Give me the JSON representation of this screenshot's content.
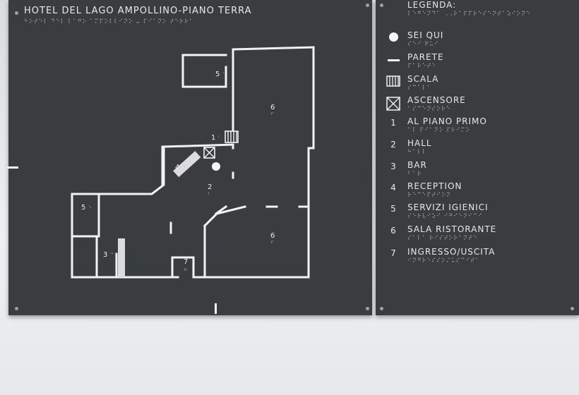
{
  "sign": {
    "title": "HOTEL DEL LAGO AMPOLLINO-PIANO TERRA",
    "title_braille": "⠓⠕⠞⠑⠇ ⠙⠑⠇ ⠇⠁⠛⠕ ⠁⠍⠏⠕⠇⠇⠊⠝⠕ ⠤ ⠏⠊⠁⠝⠕ ⠞⠑⠗⠗⠁",
    "colors": {
      "panel": "#3a3d40",
      "line": "#f2f2f2",
      "accent_strip": "#b32330"
    }
  },
  "map": {
    "room_labels": [
      "5",
      "6",
      "1",
      "4",
      "2",
      "5",
      "6",
      "3",
      "7"
    ],
    "room_braille": [
      "⠑",
      "⠋",
      "⠁",
      "⠙",
      "⠃",
      "⠑",
      "⠋",
      "⠉",
      "⠛"
    ],
    "icons": [
      "elevator-icon",
      "stairs-icon",
      "you-are-here-icon"
    ]
  },
  "legend": {
    "title": "LEGENDA:",
    "title_braille": "⠇⠑⠛⠑⠝⠙⠁ ⠠⠠⠗⠁⠏⠏⠗⠑⠎⠑⠝⠞⠁⠵⠊⠕⠝⠑",
    "symbols": [
      {
        "icon": "dot-icon",
        "label": "SEI QUI",
        "braille": "⠎⠑⠊ ⠟⠥⠊"
      },
      {
        "icon": "wall-line-icon",
        "label": "PARETE",
        "braille": "⠏⠁⠗⠑⠞⠑"
      },
      {
        "icon": "stairs-icon",
        "label": "SCALA",
        "braille": "⠎⠉⠁⠇⠁"
      },
      {
        "icon": "elevator-icon",
        "label": "ASCENSORE",
        "braille": "⠁⠎⠉⠑⠝⠎⠕⠗⠑"
      }
    ],
    "items": [
      {
        "num": "1",
        "label": "AL PIANO PRIMO",
        "braille": "⠁⠇ ⠏⠊⠁⠝⠕ ⠏⠗⠊⠍⠕"
      },
      {
        "num": "2",
        "label": "HALL",
        "braille": "⠓⠁⠇⠇"
      },
      {
        "num": "3",
        "label": "BAR",
        "braille": "⠃⠁⠗"
      },
      {
        "num": "4",
        "label": "RECEPTION",
        "braille": "⠗⠑⠉⠑⠏⠞⠊⠕⠝"
      },
      {
        "num": "5",
        "label": "SERVIZI IGIENICI",
        "braille": "⠎⠑⠗⠧⠊⠵⠊ ⠊⠛⠊⠑⠝⠊⠉⠊"
      },
      {
        "num": "6",
        "label": "SALA RISTORANTE",
        "braille": "⠎⠁⠇⠁ ⠗⠊⠎⠞⠕⠗⠁⠝⠞⠑"
      },
      {
        "num": "7",
        "label": "INGRESSO/USCITA",
        "braille": "⠊⠝⠛⠗⠑⠎⠎⠕⠌⠥⠎⠉⠊⠞⠁"
      }
    ]
  }
}
